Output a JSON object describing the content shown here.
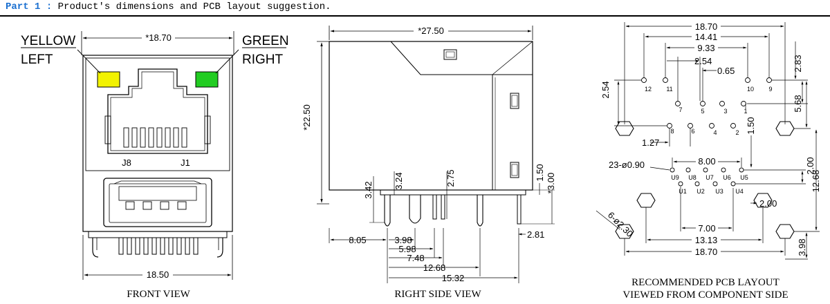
{
  "header": {
    "part_label": "Part 1",
    "separator": " : ",
    "title": "Product's dimensions and PCB layout suggestion."
  },
  "front_view": {
    "caption": "FRONT VIEW",
    "left_led_label_top": "YELLOW",
    "left_led_label_bottom": "LEFT",
    "right_led_label_top": "GREEN",
    "right_led_label_bottom": "RIGHT",
    "left_led_color": "#f2f200",
    "right_led_color": "#22cc22",
    "top_width": "*18.70",
    "bottom_width": "18.50",
    "pin_label_left": "J8",
    "pin_label_right": "J1"
  },
  "side_view": {
    "caption": "RIGHT SIDE VIEW",
    "depth": "*27.50",
    "height": "*22.50",
    "dims": {
      "d342": "3.42",
      "d324": "3.24",
      "d275": "2.75",
      "d150": "1.50",
      "d300": "*3.00",
      "d805": "8.05",
      "d398": "3.98",
      "d598": "5.98",
      "d748": "7.48",
      "d1268": "12.68",
      "d1532": "15.32",
      "d281": "2.81"
    }
  },
  "pcb_layout": {
    "caption_line1": "RECOMMENDED PCB LAYOUT",
    "caption_line2": "VIEWED FROM COMPONENT SIDE",
    "dims": {
      "w1870": "18.70",
      "w1441": "14.41",
      "w933": "9.33",
      "w254": "2.54",
      "w065": "0.65",
      "h283": "2.83",
      "h254": "2.54",
      "h568": "5.68",
      "w127": "1.27",
      "h150": "1.50",
      "w800": "8.00",
      "holes23": "23-ø0.90",
      "h200a": "2.00",
      "h1268": "12.68",
      "w200": "2.00",
      "holes6": "6-ø2.30",
      "w700": "7.00",
      "w1313": "13.13",
      "w1870b": "18.70",
      "h398": "3.98"
    },
    "pins": {
      "p12": "12",
      "p11": "11",
      "p10": "10",
      "p9": "9",
      "p7": "7",
      "p5": "5",
      "p3": "3",
      "p1": "1",
      "p8": "8",
      "p6": "6",
      "p4": "4",
      "p2": "2",
      "u9": "U9",
      "u8": "U8",
      "u7": "U7",
      "u6": "U6",
      "u5": "U5",
      "u1": "U1",
      "u2": "U2",
      "u3": "U3",
      "u4": "U4"
    }
  }
}
